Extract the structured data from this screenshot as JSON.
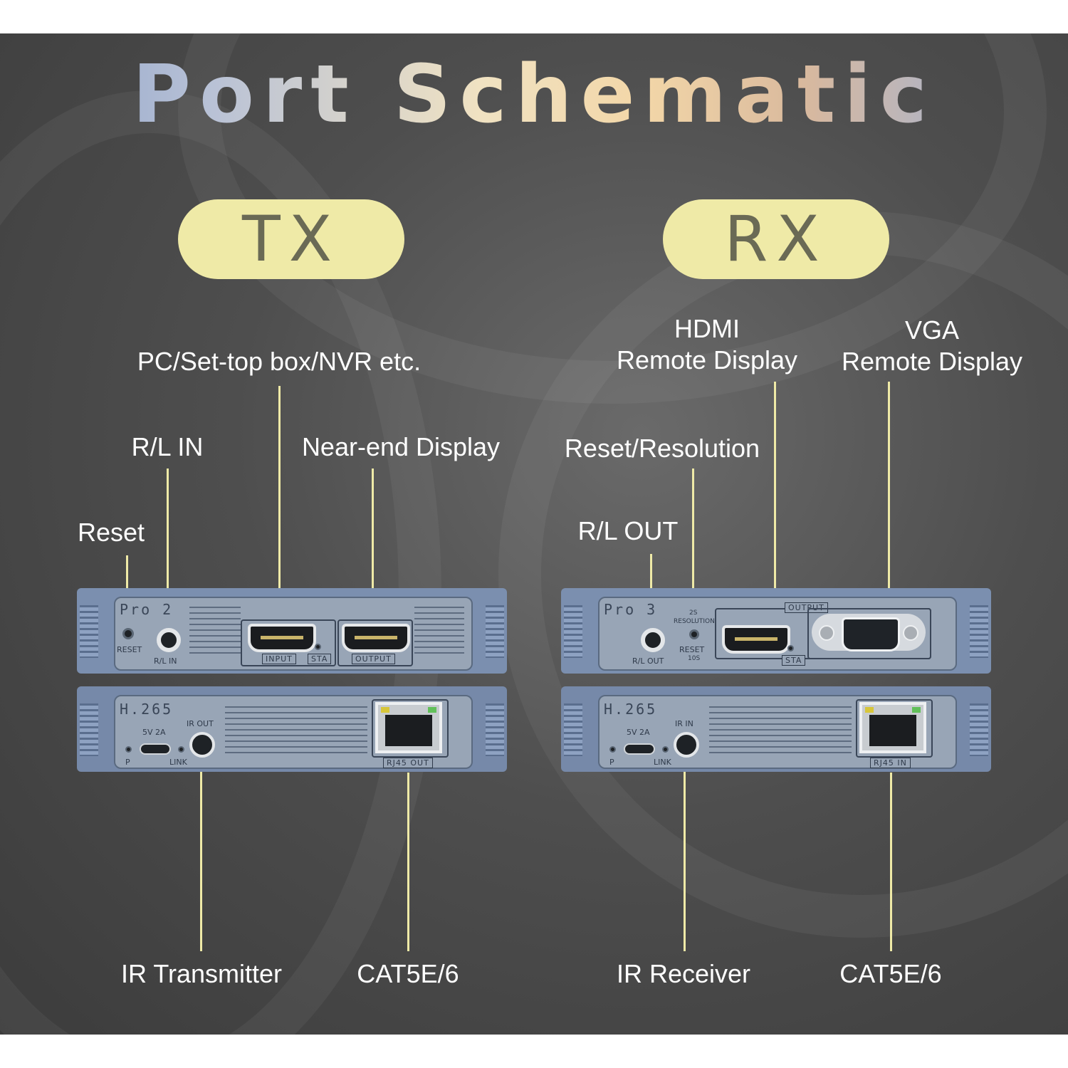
{
  "title": "Port Schematic",
  "tx": {
    "heading": "TX",
    "labels": {
      "source": "PC/Set-top box/NVR etc.",
      "rl_in": "R/L IN",
      "near_end_display": "Near-end Display",
      "reset": "Reset",
      "ir_transmitter": "IR Transmitter",
      "cat": "CAT5E/6"
    },
    "top_unit": {
      "model": "Pro 2",
      "reset_text": "RESET",
      "rl_in_text": "R/L IN",
      "input_text": "INPUT",
      "sta_text": "STA",
      "output_text": "OUTPUT"
    },
    "bottom_unit": {
      "model": "H.265",
      "power_text": "5V 2A",
      "p_text": "P",
      "link_text": "LINK",
      "ir_text": "IR OUT",
      "rj45_text": "RJ45 OUT"
    }
  },
  "rx": {
    "heading": "RX",
    "labels": {
      "hdmi_line1": "HDMI",
      "hdmi_line2": "Remote Display",
      "vga_line1": "VGA",
      "vga_line2": "Remote Display",
      "reset_resolution": "Reset/Resolution",
      "rl_out": "R/L OUT",
      "ir_receiver": "IR Receiver",
      "cat": "CAT5E/6"
    },
    "top_unit": {
      "model": "Pro 3",
      "rl_out_text": "R/L OUT",
      "mark_2s": "2S",
      "resolution_text": "RESOLUTION",
      "reset_text": "RESET",
      "mark_10s": "10S",
      "output_text": "OUTPUT",
      "sta_text": "STA"
    },
    "bottom_unit": {
      "model": "H.265",
      "power_text": "5V 2A",
      "p_text": "P",
      "link_text": "LINK",
      "ir_text": "IR IN",
      "rj45_text": "RJ45 IN"
    }
  },
  "colors": {
    "accent": "#efeaa7",
    "device_shell": "#7b8faf",
    "device_face": "#98a5b6",
    "background": "#4e4e4e"
  }
}
